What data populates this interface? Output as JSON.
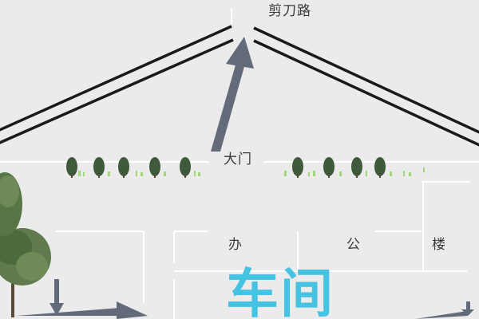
{
  "road": {
    "name": "剪刀路"
  },
  "gate": {
    "label": "大门"
  },
  "office": {
    "chars": [
      "办",
      "公",
      "楼"
    ]
  },
  "workshop": {
    "label": "车间"
  },
  "colors": {
    "background": "#ebebeb",
    "road": "#1a1a1a",
    "boundary": "#ffffff",
    "arrow": "#636b7a",
    "workshop_text": "#46c3e2",
    "tree": "#3f5a3a"
  },
  "icons": {
    "gate_arrow": "up-arrow-icon",
    "shrub": "shrub-icon",
    "tree": "tree-icon"
  }
}
